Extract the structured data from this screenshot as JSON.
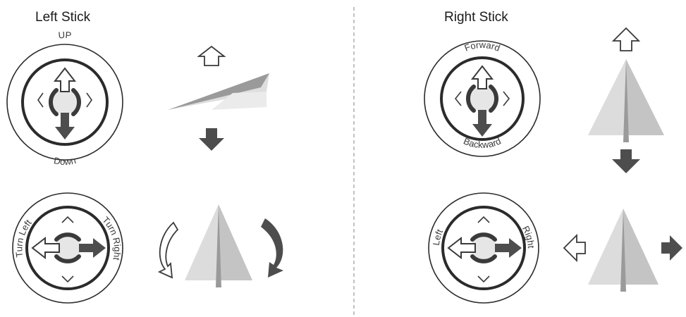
{
  "left_section": {
    "title": "Left Stick",
    "top_stick": {
      "label_top": "UP",
      "label_bottom": "Down"
    },
    "bottom_stick": {
      "label_left": "Turn Left",
      "label_right": "Turn Right"
    }
  },
  "right_section": {
    "title": "Right Stick",
    "top_stick": {
      "label_top": "Forward",
      "label_bottom": "Backward"
    },
    "bottom_stick": {
      "label_left": "Left",
      "label_right": "Right"
    }
  },
  "colors": {
    "ring": "#2b2b2b",
    "arrow_dark": "#4d4d4d",
    "plane_light": "#dcdcdc",
    "plane_mid": "#c4c4c4",
    "plane_dark": "#9a9a9a",
    "stick_face": "#e6e6e6",
    "divider": "#9a9a9a"
  }
}
